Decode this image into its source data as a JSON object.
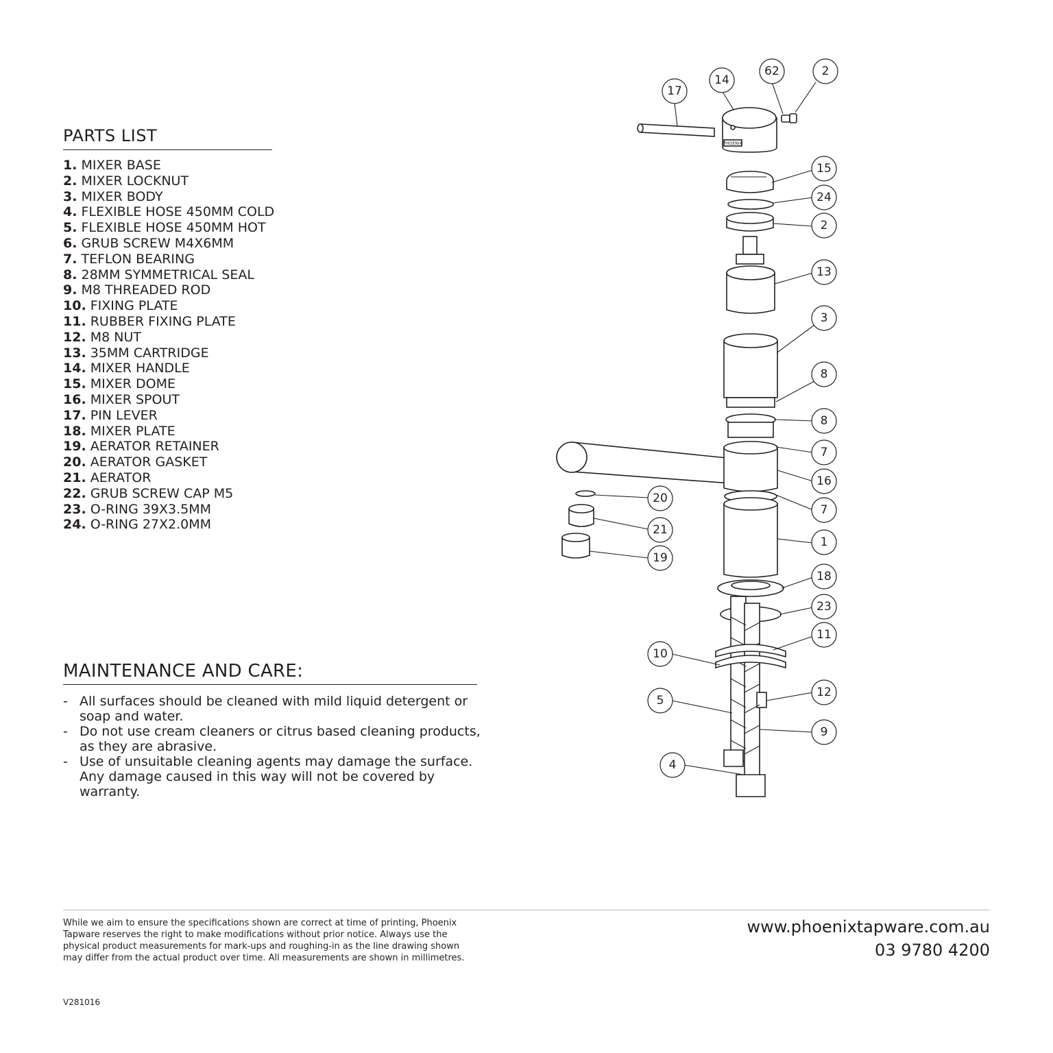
{
  "parts_list": {
    "title": "PARTS LIST",
    "items": [
      {
        "num": "1.",
        "name": "MIXER BASE"
      },
      {
        "num": "2.",
        "name": "MIXER LOCKNUT"
      },
      {
        "num": "3.",
        "name": "MIXER BODY"
      },
      {
        "num": "4.",
        "name": "FLEXIBLE HOSE 450MM COLD"
      },
      {
        "num": "5.",
        "name": "FLEXIBLE HOSE 450MM HOT"
      },
      {
        "num": "6.",
        "name": "GRUB SCREW M4X6MM"
      },
      {
        "num": "7.",
        "name": "TEFLON BEARING"
      },
      {
        "num": "8.",
        "name": "28MM SYMMETRICAL SEAL"
      },
      {
        "num": "9.",
        "name": "M8 THREADED ROD"
      },
      {
        "num": "10.",
        "name": "FIXING PLATE"
      },
      {
        "num": "11.",
        "name": "RUBBER FIXING PLATE"
      },
      {
        "num": "12.",
        "name": "M8 NUT"
      },
      {
        "num": "13.",
        "name": "35MM CARTRIDGE"
      },
      {
        "num": "14.",
        "name": "MIXER HANDLE"
      },
      {
        "num": "15.",
        "name": "MIXER DOME"
      },
      {
        "num": "16.",
        "name": "MIXER SPOUT"
      },
      {
        "num": "17.",
        "name": "PIN LEVER"
      },
      {
        "num": "18.",
        "name": "MIXER PLATE"
      },
      {
        "num": "19.",
        "name": "AERATOR RETAINER"
      },
      {
        "num": "20.",
        "name": "AERATOR GASKET"
      },
      {
        "num": "21.",
        "name": "AERATOR"
      },
      {
        "num": "22.",
        "name": "GRUB SCREW CAP M5"
      },
      {
        "num": "23.",
        "name": "O-RING 39X3.5MM"
      },
      {
        "num": "24.",
        "name": "O-RING 27X2.0MM"
      }
    ]
  },
  "maintenance": {
    "title": "MAINTENANCE AND CARE:",
    "dash": "-",
    "items": [
      "All surfaces should be cleaned with mild liquid detergent or soap and water.",
      "Do not use cream cleaners or citrus based cleaning products, as they are abrasive.",
      "Use of unsuitable cleaning agents may damage the surface. Any damage caused in this way will not be covered by warranty."
    ]
  },
  "diagram": {
    "brand_mark": "PHOENIX",
    "callouts": [
      "17",
      "14",
      "62",
      "2",
      "15",
      "24",
      "2",
      "13",
      "3",
      "8",
      "8",
      "7",
      "16",
      "7",
      "20",
      "21",
      "19",
      "1",
      "18",
      "23",
      "11",
      "10",
      "12",
      "5",
      "9",
      "4"
    ]
  },
  "footer": {
    "disclaimer": "While we aim to ensure the specifications shown are correct at time of printing, Phoenix Tapware reserves the right to make modifications without prior notice. Always use the physical product measurements for mark-ups and roughing-in as the line drawing shown may differ from the actual product over time. All measurements are shown in millimetres.",
    "website": "www.phoenixtapware.com.au",
    "phone": "03 9780 4200",
    "version": "V281016"
  }
}
